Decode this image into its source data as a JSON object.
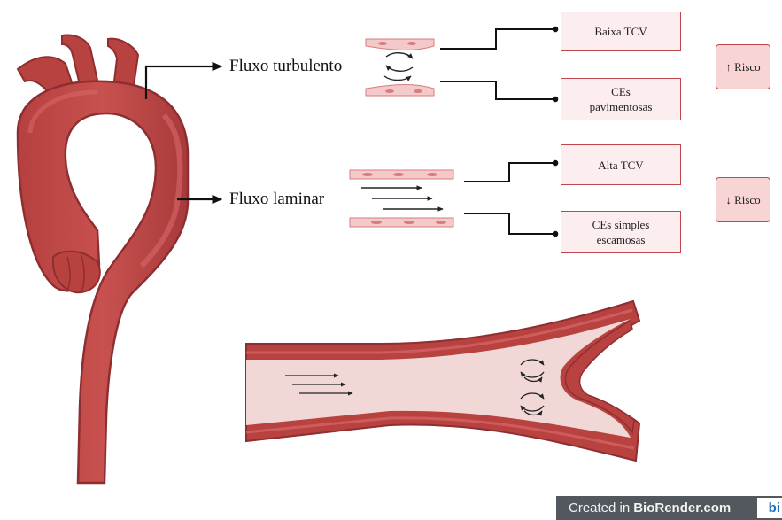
{
  "labels": {
    "turbulent": "Fluxo turbulento",
    "laminar": "Fluxo laminar"
  },
  "boxes": {
    "low_tcv": "Baixa TCV",
    "ces_pav_1": "CEs",
    "ces_pav_2": "pavimentosas",
    "high_tcv": "Alta TCV",
    "ces_simple_1": "CEs simples",
    "ces_simple_2": "escamosas"
  },
  "risk": {
    "up": "↑ Risco",
    "down": "↓ Risco"
  },
  "credit": {
    "prefix": "Created in",
    "brand": "BioRender.com",
    "logo": "bi"
  },
  "colors": {
    "vessel_dark": "#a8393d",
    "vessel_mid": "#c24a4f",
    "vessel_lumen": "#f1d8d6",
    "box_border": "#c0464e",
    "box_fill": "#fceeee",
    "risk_fill": "#f8d4d4"
  },
  "icons": [
    "arrow-icon",
    "circular-flow-icon"
  ]
}
